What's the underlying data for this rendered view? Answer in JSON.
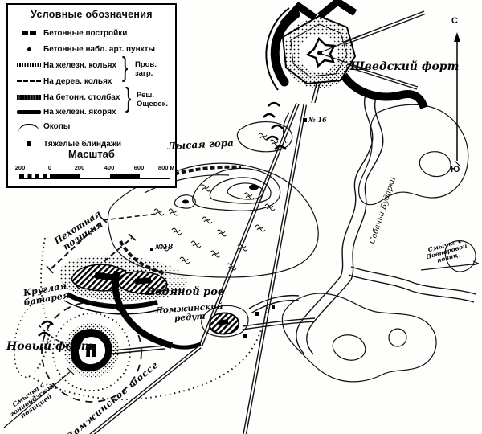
{
  "legend": {
    "title": "Условные обозначения",
    "items": [
      {
        "icon": "concrete-buildings",
        "label": "Бетонные постройки"
      },
      {
        "icon": "observation-point",
        "label": "Бетонные набл. арт. пункты"
      },
      {
        "icon": "iron-stakes-line",
        "label": "На железн. кольях"
      },
      {
        "icon": "wooden-stakes-line",
        "label": "На дерев. кольях"
      },
      {
        "icon": "concrete-posts-line",
        "label": "На бетонн. столбах"
      },
      {
        "icon": "iron-anchors-line",
        "label": "На железн. якорях"
      },
      {
        "icon": "trench-arc",
        "label": "Окопы"
      },
      {
        "icon": "heavy-dugout",
        "label": "Тяжелые блиндажи"
      }
    ],
    "groups": [
      {
        "label": "Пров.\nзагр."
      },
      {
        "label": "Реш.\nОщевск."
      }
    ],
    "scale": {
      "title": "Масштаб",
      "ticks": [
        "200",
        "0",
        "200",
        "400",
        "600",
        "800 м"
      ]
    }
  },
  "compass": {
    "north": "С",
    "south": "Ю"
  },
  "map": {
    "labels": [
      {
        "name": "swedish-fort",
        "text": "Шведский форт"
      },
      {
        "name": "lysaya-gora",
        "text": "Лысая гора"
      },
      {
        "name": "infantry-position",
        "text": "Пехотная\nпозиция"
      },
      {
        "name": "round-battery",
        "text": "Круглая\nбатарея"
      },
      {
        "name": "point-18",
        "text": "№18"
      },
      {
        "name": "water-moat",
        "text": "Водяной ров"
      },
      {
        "name": "lomzhinsky-redoubt",
        "text": "Ломжинский\nредут"
      },
      {
        "name": "new-fort",
        "text": "Новый форт"
      },
      {
        "name": "link-goniadz",
        "text": "Смычка с\nгониондзской\nпозицией"
      },
      {
        "name": "lomzha-highway",
        "text": "Ломжинское шоссе"
      },
      {
        "name": "link-dovnarova",
        "text": "Смычка с\nДовнаровой позиц."
      },
      {
        "name": "sobachy-budarki",
        "text": "Собачьи Бударки"
      },
      {
        "name": "point-16",
        "text": "№ 16"
      }
    ]
  }
}
